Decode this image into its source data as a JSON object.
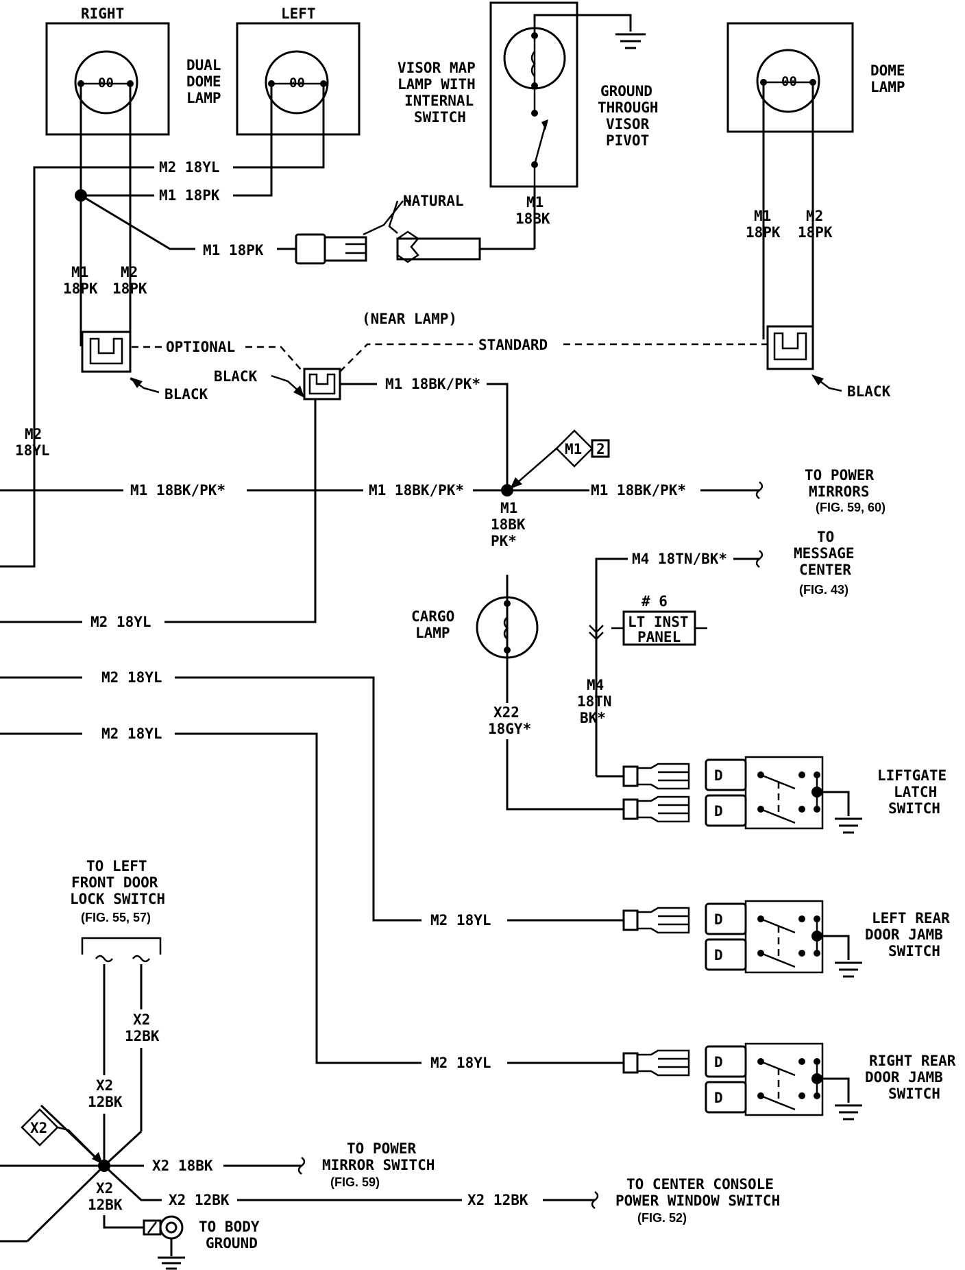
{
  "lamps": {
    "dual_right": "RIGHT",
    "dual_left": "LEFT",
    "dual_label": [
      "DUAL",
      "DOME",
      "LAMP"
    ],
    "visor_label": [
      "VISOR MAP",
      "LAMP WITH",
      "INTERNAL",
      "SWITCH"
    ],
    "visor_ground": [
      "GROUND",
      "THROUGH",
      "VISOR",
      "PIVOT"
    ],
    "dome_label": [
      "DOME",
      "LAMP"
    ],
    "cargo_label": [
      "CARGO",
      "LAMP"
    ]
  },
  "wires": {
    "m2_18yl": "M2 18YL",
    "m1_18pk": "M1 18PK",
    "m1_18bk_pk": "M1 18BK/PK*",
    "m4_18tn_bk": "M4 18TN/BK*",
    "x2_18bk": "X2 18BK",
    "x2_12bk": "X2 12BK",
    "v_m1": "M1",
    "v_m2": "M2",
    "v_18pk": "18PK",
    "v_18bk": "18BK",
    "v_18yl": "18YL",
    "v_pk": "PK*",
    "v_x22": "X22",
    "v_18gy": "18GY*",
    "v_m4": "M4",
    "v_18tn": "18TN",
    "v_bk": "BK*",
    "v_x2": "X2",
    "v_12bk": "12BK"
  },
  "connectors": {
    "natural": "NATURAL",
    "optional": "OPTIONAL",
    "standard": "STANDARD",
    "near_lamp": "(NEAR LAMP)",
    "black": "BLACK"
  },
  "splices": {
    "m1": "M1",
    "m1_num": "2",
    "x2": "X2"
  },
  "fuse": {
    "number": "# 6",
    "panel": [
      "LT INST",
      "PANEL"
    ]
  },
  "destinations": {
    "power_mirrors": [
      "TO POWER",
      "MIRRORS"
    ],
    "power_mirrors_fig": "(FIG. 59, 60)",
    "message_center": [
      "TO",
      "MESSAGE",
      "CENTER"
    ],
    "message_center_fig": "(FIG. 43)",
    "left_front_door": [
      "TO LEFT",
      "FRONT DOOR",
      "LOCK SWITCH"
    ],
    "left_front_door_fig": "(FIG. 55, 57)",
    "power_mirror_switch": [
      "TO POWER",
      "MIRROR SWITCH"
    ],
    "power_mirror_switch_fig": "(FIG. 59)",
    "center_console": [
      "TO CENTER CONSOLE",
      "POWER WINDOW SWITCH"
    ],
    "center_console_fig": "(FIG. 52)",
    "body_ground": [
      "TO BODY",
      "GROUND"
    ]
  },
  "switches": {
    "liftgate": [
      "LIFTGATE",
      "LATCH",
      "SWITCH"
    ],
    "left_rear": [
      "LEFT REAR",
      "DOOR JAMB",
      "SWITCH"
    ],
    "right_rear": [
      "RIGHT REAR",
      "DOOR JAMB",
      "SWITCH"
    ],
    "d": "D"
  }
}
